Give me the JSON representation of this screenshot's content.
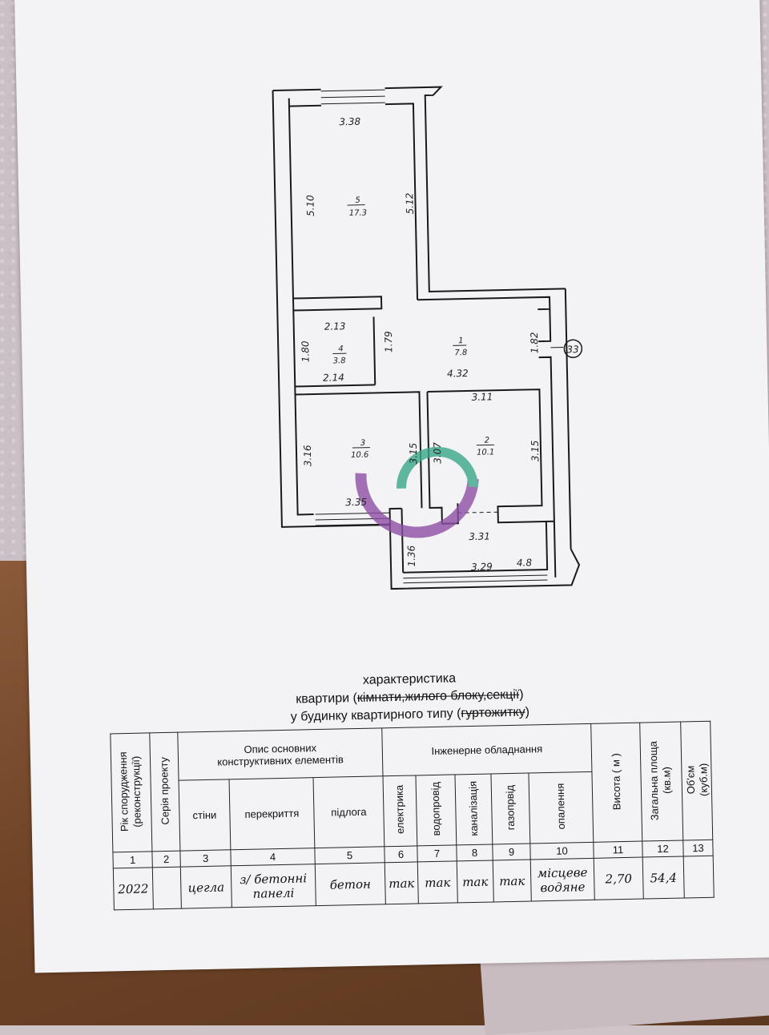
{
  "plan": {
    "rooms": [
      {
        "number": "5",
        "area": "17.3"
      },
      {
        "number": "1",
        "area": "7.8"
      },
      {
        "number": "4",
        "area": "3.8"
      },
      {
        "number": "3",
        "area": "10.6"
      },
      {
        "number": "2",
        "area": "10.1"
      }
    ],
    "dimensions": {
      "d_3_38": "3.38",
      "d_5_10": "5.10",
      "d_5_12": "5.12",
      "d_2_13": "2.13",
      "d_1_80": "1.80",
      "d_1_79": "1.79",
      "d_2_14": "2.14",
      "d_1_82": "1.82",
      "d_4_32": "4.32",
      "d_3_11": "3.11",
      "d_3_16": "3.16",
      "d_3_15a": "3.15",
      "d_3_07": "3.07",
      "d_3_15b": "3.15",
      "d_3_35": "3.35",
      "d_3_31": "3.31",
      "d_1_36": "1.36",
      "d_3_29": "3.29",
      "d_4_8": "4.8"
    },
    "axis_marker": "33"
  },
  "heading": {
    "line1": "характеристика",
    "line2_a": "квартири (",
    "line2_b": "кімнати,жилого блоку,секції",
    "line2_c": ")",
    "line3_a": "у будинку квартирного типу (",
    "line3_b": "гуртожитку",
    "line3_c": ")"
  },
  "table": {
    "year_header": "Рік спорудження (реконструкції)",
    "series_header": "Серія проекту",
    "struct_header": "Опис основних конструктивних елементів",
    "eng_header": "Інженерне обладнання",
    "walls": "стіни",
    "floors_ceiling": "перекриття",
    "floor": "підлога",
    "electric": "електрика",
    "water": "водопровід",
    "sewer": "каналізація",
    "gas": "газопрвід",
    "heating": "опалення",
    "height": "Висота ( м )",
    "area": "Загальна площа (кв.м)",
    "volume": "Об'єм (куб.м)",
    "col_numbers": [
      "1",
      "2",
      "3",
      "4",
      "5",
      "6",
      "7",
      "8",
      "9",
      "10",
      "11",
      "12",
      "13"
    ],
    "values": {
      "year": "2022",
      "series": "",
      "walls": "цегла",
      "floors_ceiling": "з/ бетонні панелі",
      "floor": "бетон",
      "electric": "так",
      "water": "так",
      "sewer": "так",
      "gas": "так",
      "heating": "місцеве водяне",
      "height": "2,70",
      "area": "54,4",
      "volume": ""
    }
  },
  "colors": {
    "paper": "#f3f3f5",
    "ink": "#1a1a1a",
    "watermark_purple": "#8e4fa6",
    "watermark_green": "#3aa88a"
  }
}
